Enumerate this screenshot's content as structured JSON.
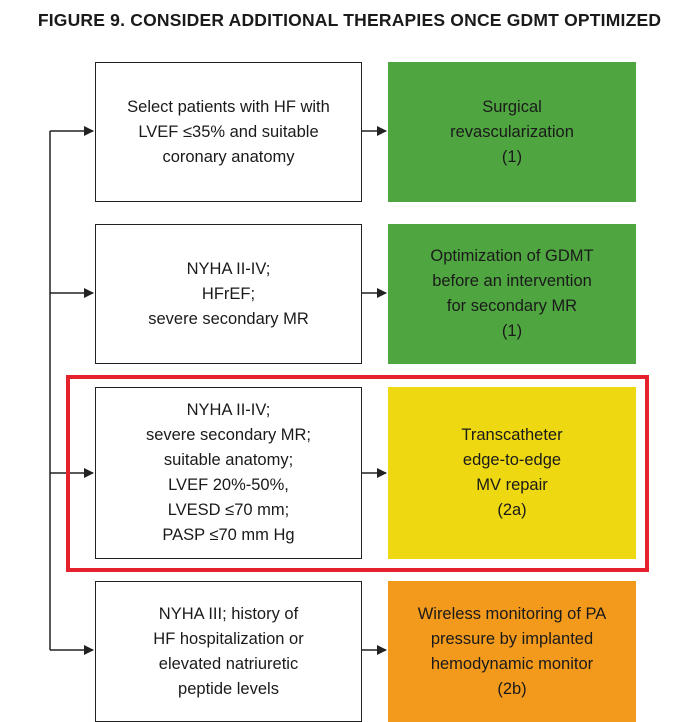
{
  "title": "FIGURE 9. CONSIDER ADDITIONAL THERAPIES ONCE GDMT OPTIMIZED",
  "colors": {
    "green": "#4fa540",
    "yellow": "#eed812",
    "orange": "#f39a1c",
    "highlight": "#e5212c",
    "line": "#222222"
  },
  "rows": [
    {
      "criteria": [
        "Select patients with HF with",
        "LVEF ≤35% and suitable",
        "coronary anatomy"
      ],
      "therapy": [
        "Surgical",
        "revascularization",
        "(1)"
      ],
      "therapy_color": "green"
    },
    {
      "criteria": [
        "NYHA II-IV;",
        "HFrEF;",
        "severe secondary MR"
      ],
      "therapy": [
        "Optimization of GDMT",
        "before an intervention",
        "for secondary MR",
        "(1)"
      ],
      "therapy_color": "green"
    },
    {
      "criteria": [
        "NYHA II-IV;",
        "severe secondary MR;",
        "suitable anatomy;",
        "LVEF 20%-50%,",
        "LVESD ≤70 mm;",
        "PASP ≤70 mm Hg"
      ],
      "therapy": [
        "Transcatheter",
        "edge-to-edge",
        "MV repair",
        "(2a)"
      ],
      "therapy_color": "yellow",
      "highlighted": true
    },
    {
      "criteria": [
        "NYHA III; history of",
        "HF hospitalization or",
        "elevated natriuretic",
        "peptide levels"
      ],
      "therapy": [
        "Wireless monitoring of PA",
        "pressure by implanted",
        "hemodynamic monitor",
        "(2b)"
      ],
      "therapy_color": "orange"
    }
  ]
}
